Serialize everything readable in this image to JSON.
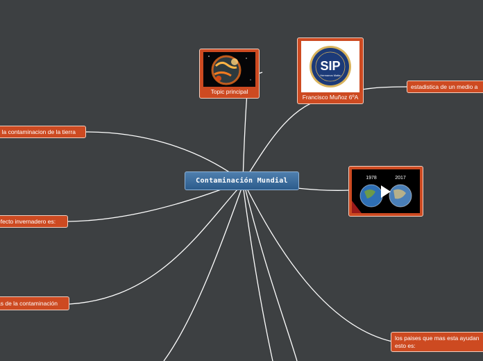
{
  "center": {
    "label": "Contaminación Mundial"
  },
  "topics": {
    "topic_principal": {
      "caption": "Topic principal",
      "image_icon": "earth-on-fire-image"
    },
    "sip": {
      "caption": "Francisco Muñoz 6ºA",
      "logo_text": "SIP",
      "logo_subtext": "Hermanos Matte",
      "image_icon": "sip-school-logo"
    },
    "video": {
      "year_left": "1978",
      "year_right": "2017",
      "image_icon": "earth-comparison-video",
      "play_icon": "play-icon"
    },
    "estadistica": {
      "label": "estadistica de un medio a"
    },
    "contaminacion_tierra": {
      "label": "s la contaminacion de la tierra"
    },
    "efecto_invernadero": {
      "label": "efecto invernadero es:"
    },
    "causas": {
      "label": "as de la contaminación"
    },
    "paises": {
      "label_line1": "los  paises que mas esta ayudan",
      "label_line2": "esto es:"
    }
  },
  "colors": {
    "background": "#3d4042",
    "topic_fill": "#cd4a21",
    "center_fill": "#3b6b9b",
    "connector": "#ffffff"
  }
}
